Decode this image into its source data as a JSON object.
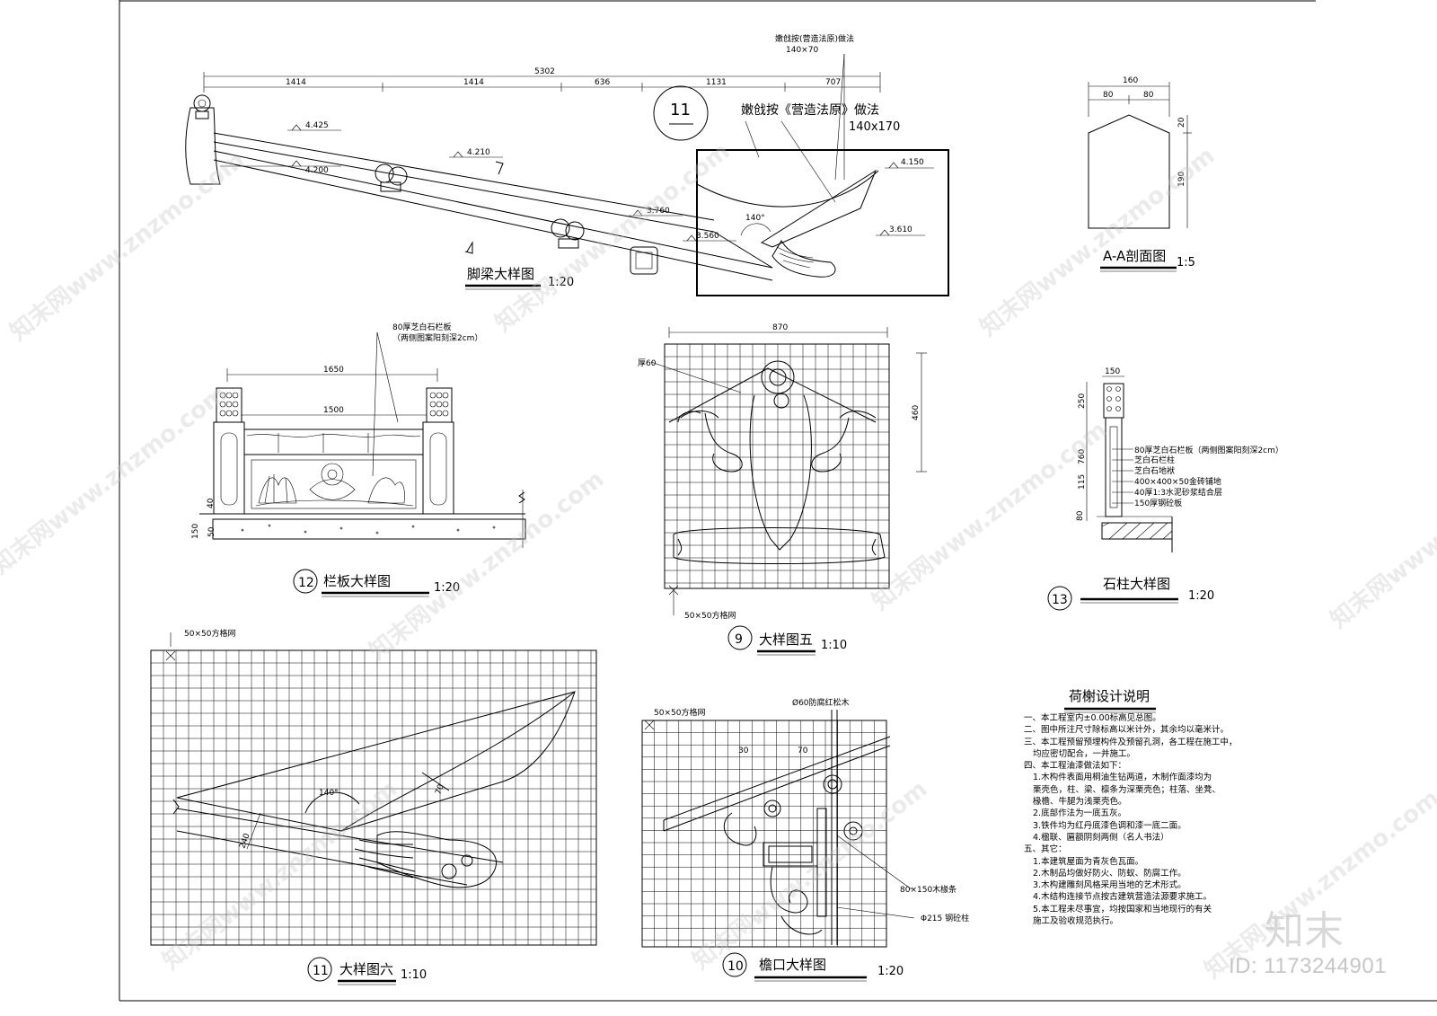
{
  "detail_beam": {
    "title": "脚梁大样图",
    "scale": "1:20",
    "total_dim": "5302",
    "segment_dims": [
      "1414",
      "1414",
      "636",
      "1131",
      "707"
    ],
    "elevations": [
      "4.425",
      "4.200",
      "4.210",
      "3.760",
      "3.560",
      "4.150",
      "3.610"
    ],
    "callout_num": "11",
    "note_small": "嫩戗按(营造法原)做法",
    "note_small_size": "140×70",
    "note_large": "嫩戗按《营造法原》做法",
    "note_large_size": "140x170",
    "angle": "140°"
  },
  "section_aa": {
    "title": "A-A剖面图",
    "scale": "1:5",
    "dims": [
      "160",
      "80",
      "80",
      "20",
      "190"
    ]
  },
  "detail_panel": {
    "num": "12",
    "title": "栏板大样图",
    "scale": "1:20",
    "note_line1": "80厚芝白石栏板",
    "note_line2": "（两侧图案阳刻深2cm）",
    "dims": [
      "1650",
      "1500",
      "40",
      "150",
      "50"
    ]
  },
  "detail_five": {
    "num": "9",
    "title": "大样图五",
    "scale": "1:10",
    "dims": [
      "870",
      "460"
    ],
    "thickness": "厚60",
    "grid_note": "50×50方格网"
  },
  "detail_pillar": {
    "num": "13",
    "title": "石柱大样图",
    "scale": "1:20",
    "dims": [
      "150",
      "250",
      "760",
      "115",
      "80"
    ],
    "labels": [
      "80厚芝白石栏板（两侧图案阳刻深2cm）",
      "芝白石栏柱",
      "芝白石地袱",
      "400×400×50金砖铺地",
      "40厚1:3水泥砂浆结合层",
      "150厚钢砼板"
    ]
  },
  "detail_six": {
    "num": "11",
    "title": "大样图六",
    "scale": "1:10",
    "grid_note": "50×50方格网",
    "angle": "140°",
    "dims": [
      "240",
      "70"
    ]
  },
  "detail_eave": {
    "num": "10",
    "title": "檐口大样图",
    "scale": "1:20",
    "grid_note": "50×50方格网",
    "top_note": "Ø60防腐红松木",
    "side_note1": "80×150木椽条",
    "side_note2": "Φ215 钢砼柱",
    "dims": [
      "30",
      "70"
    ]
  },
  "notes": {
    "title": "荷榭设计说明",
    "lines": [
      {
        "t": "一、本工程室内±0.00标高见总图。",
        "lvl": 0
      },
      {
        "t": "二、图中所注尺寸除标高以米计外，其余均以毫米计。",
        "lvl": 0
      },
      {
        "t": "三、本工程预留预埋构件及预留孔洞，各工程在施工中，",
        "lvl": 0
      },
      {
        "t": "均应密切配合，一并施工。",
        "lvl": 1
      },
      {
        "t": "四、本工程油漆做法如下：",
        "lvl": 0
      },
      {
        "t": "1.木构件表面用桐油生钻两道，木制作面漆均为",
        "lvl": 1
      },
      {
        "t": "栗壳色，柱、梁、檩条为深栗壳色；柱落、坐凳、",
        "lvl": 1
      },
      {
        "t": "椽檐、牛腿为浅栗壳色。",
        "lvl": 1
      },
      {
        "t": "2.底部作法为一底五灰。",
        "lvl": 1
      },
      {
        "t": "3.铁件均为红丹底漆色调和漆一底二面。",
        "lvl": 1
      },
      {
        "t": "4.楹联、匾额阴刻两侧（名人书法）",
        "lvl": 1
      },
      {
        "t": "五、其它：",
        "lvl": 0
      },
      {
        "t": "1.本建筑屋面为青灰色瓦面。",
        "lvl": 1
      },
      {
        "t": "2.木制品均做好防火、防蚁、防腐工作。",
        "lvl": 1
      },
      {
        "t": "3.木构建雕刻风格采用当地的艺术形式。",
        "lvl": 1
      },
      {
        "t": "4.木结构连接节点按古建筑营造法源要求施工。",
        "lvl": 1
      },
      {
        "t": "5.本工程未尽事宜，均按国家和当地现行的有关",
        "lvl": 1
      },
      {
        "t": "施工及验收规范执行。",
        "lvl": 1
      }
    ]
  },
  "watermark": {
    "text": "知末网www.znzmo.com",
    "brand": "知末",
    "id": "ID: 1173244901"
  }
}
